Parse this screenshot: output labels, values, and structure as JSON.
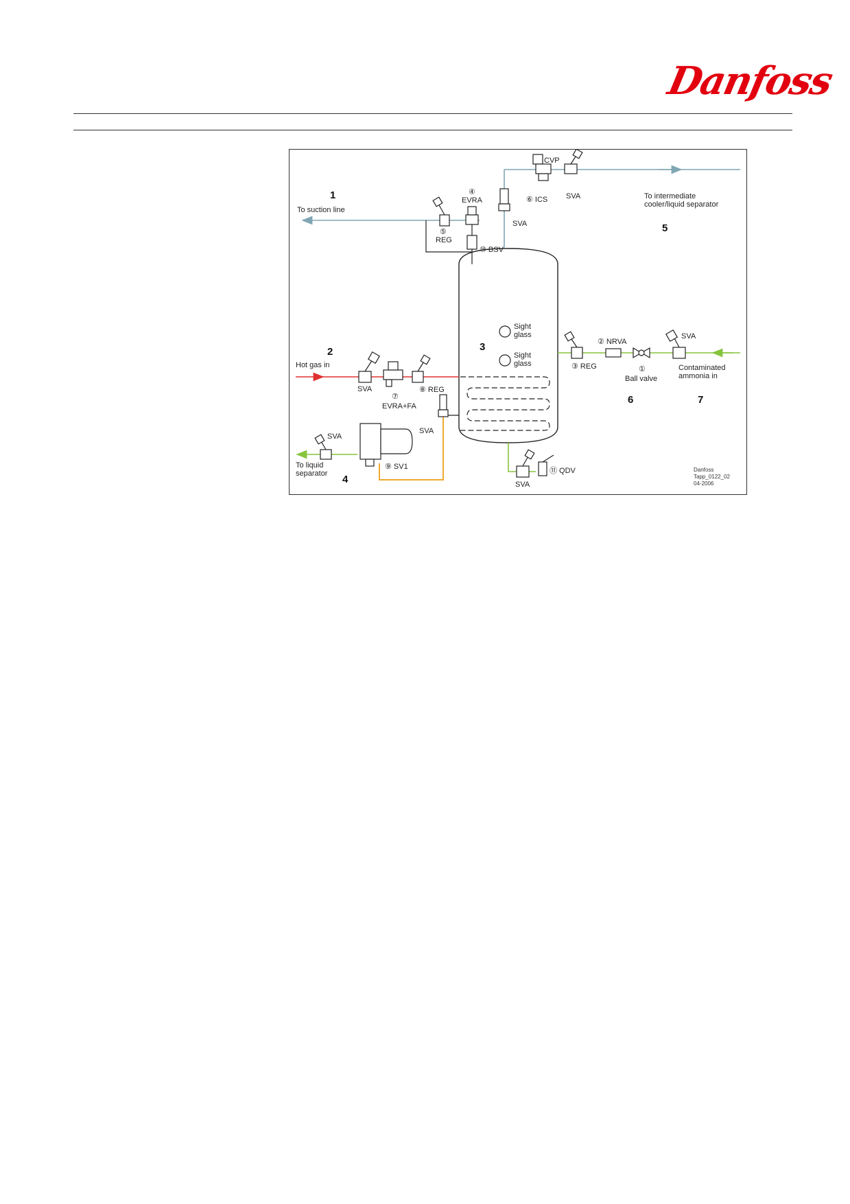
{
  "header": {
    "brand": "Danfoss",
    "brand_color": "#e2000f"
  },
  "diagram": {
    "colors": {
      "suction": "#7fa6b3",
      "hot_gas": "#e03030",
      "liquid": "#86c43d",
      "oil": "#f0a830",
      "black": "#222222"
    },
    "callouts": {
      "n1": "1",
      "n2": "2",
      "n3": "3",
      "n4": "4",
      "n5": "5",
      "n6": "6",
      "n7": "7"
    },
    "labels": {
      "suction_line": "To suction line",
      "hot_gas_in": "Hot gas in",
      "liquid_sep_1": "To liquid",
      "liquid_sep_2": "separator",
      "intermediate_1": "To intermediate",
      "intermediate_2": "cooler/liquid separator",
      "contaminated_1": "Contaminated",
      "contaminated_2": "ammonia in",
      "sight_glass_1a": "Sight",
      "sight_glass_1b": "glass",
      "sight_glass_2a": "Sight",
      "sight_glass_2b": "glass",
      "ball_valve": "Ball valve"
    },
    "valves": {
      "cvp": "CVP",
      "ics": "⑥ ICS",
      "sva_top_right": "SVA",
      "evra_num": "④",
      "evra": "EVRA",
      "reg5_num": "⑤",
      "reg5": "REG",
      "bsv": "⑩ BSV",
      "sva_top": "SVA",
      "sva_hot": "SVA",
      "evra_fa_num": "⑦",
      "evra_fa": "EVRA+FA",
      "reg8": "⑧ REG",
      "nrva": "② NRVA",
      "reg3": "③ REG",
      "ball_num": "①",
      "sva_contam": "SVA",
      "sva_oil": "SVA",
      "sva_liquid": "SVA",
      "sv1": "⑨ SV1",
      "sva_bottom": "SVA",
      "qdv": "⑪ QDV"
    },
    "footer_code_1": "Danfoss",
    "footer_code_2": "Tapp_0122_02",
    "footer_code_3": "04-2006"
  }
}
